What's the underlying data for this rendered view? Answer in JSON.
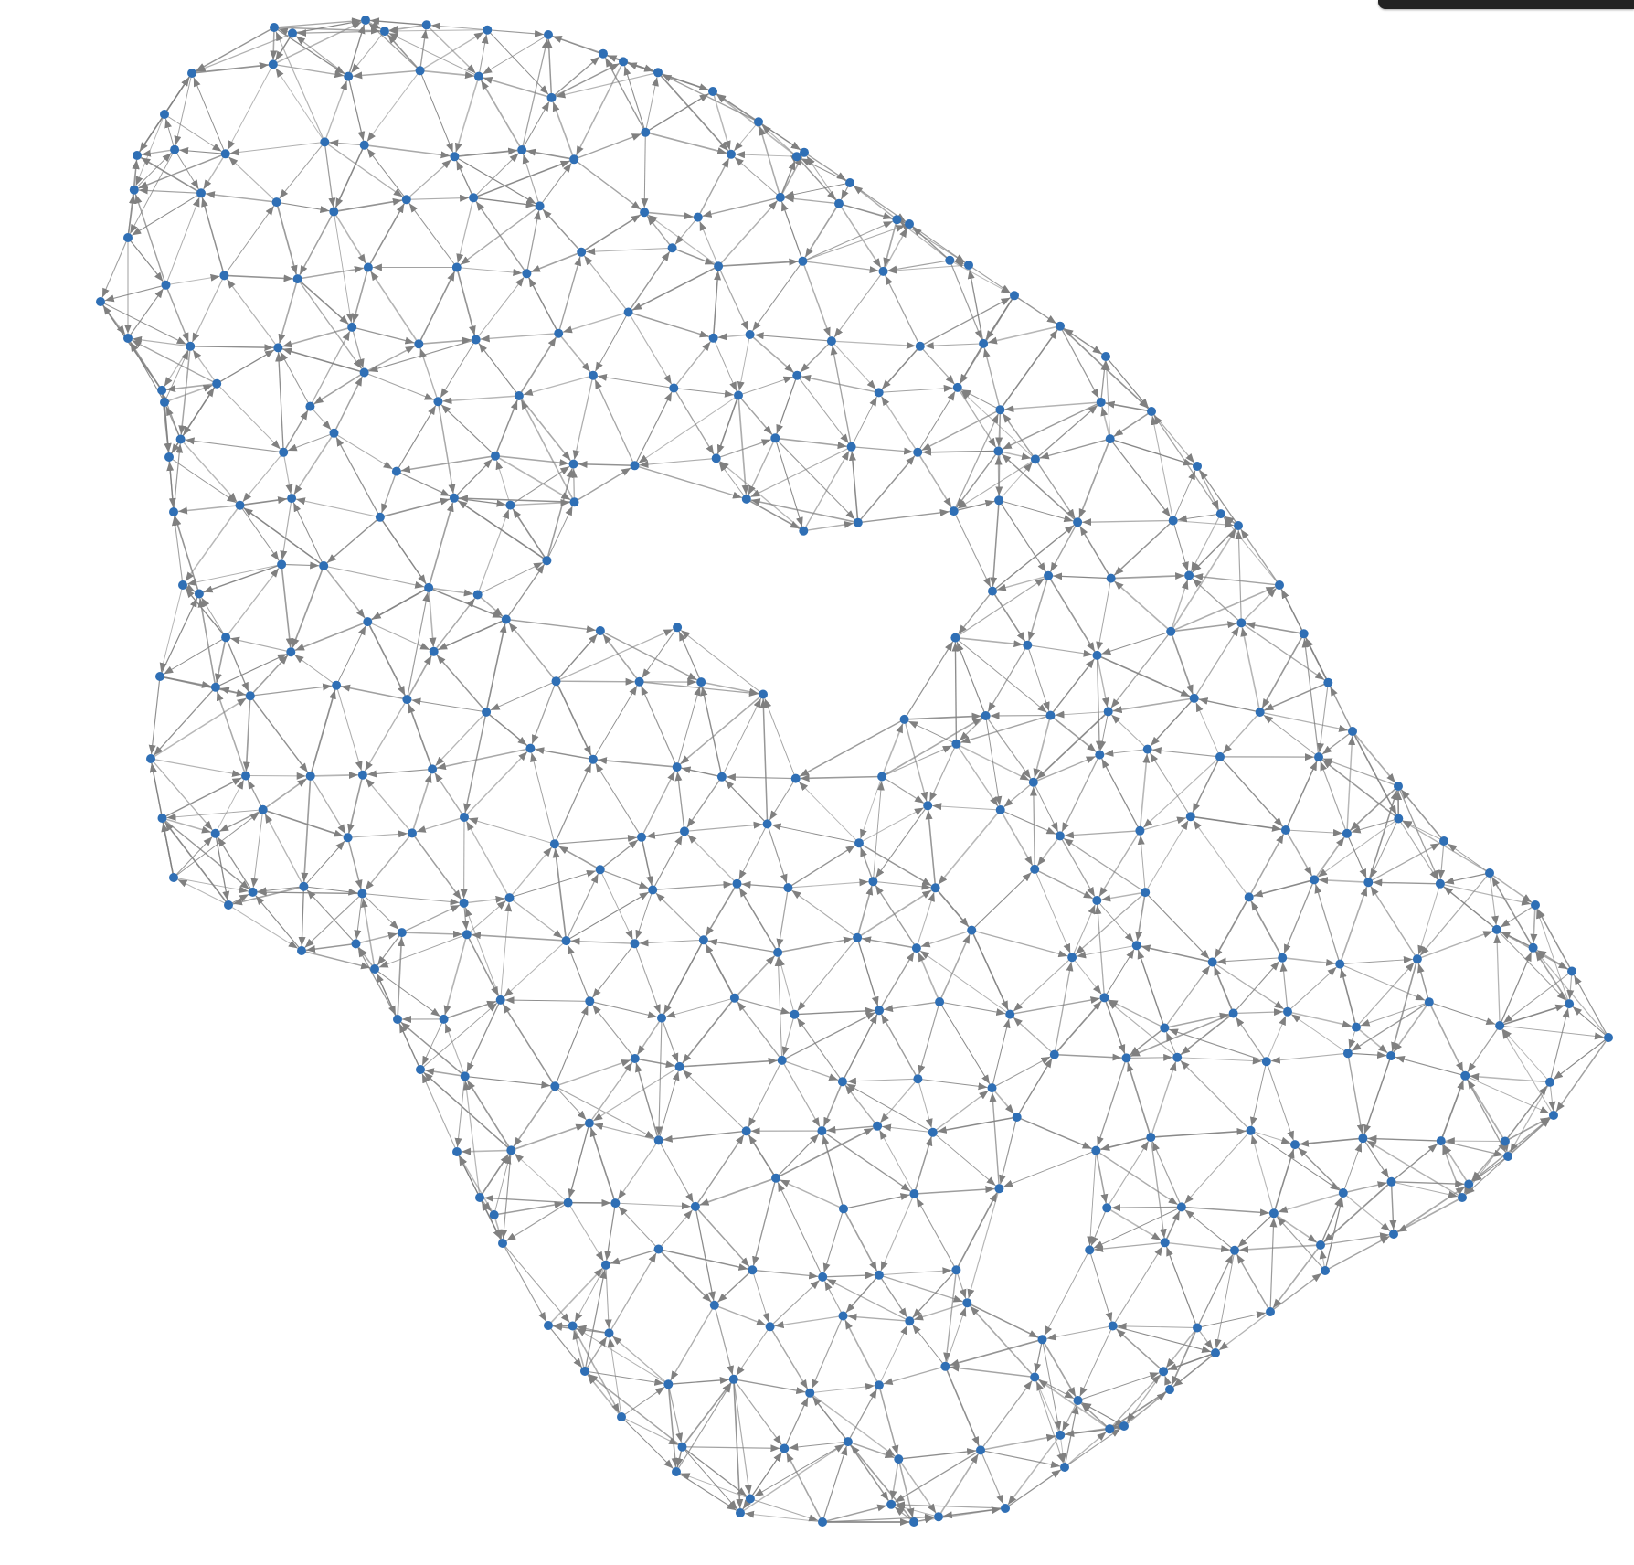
{
  "diagram": {
    "type": "directed-graph",
    "node_color": "#2f6fb5",
    "edge_color": "#808080",
    "background_color": "#ffffff",
    "edge_style": "straight lines with arrowheads",
    "node_shape": "small filled circle"
  },
  "window": {
    "corner_bar_color": "#222222"
  }
}
